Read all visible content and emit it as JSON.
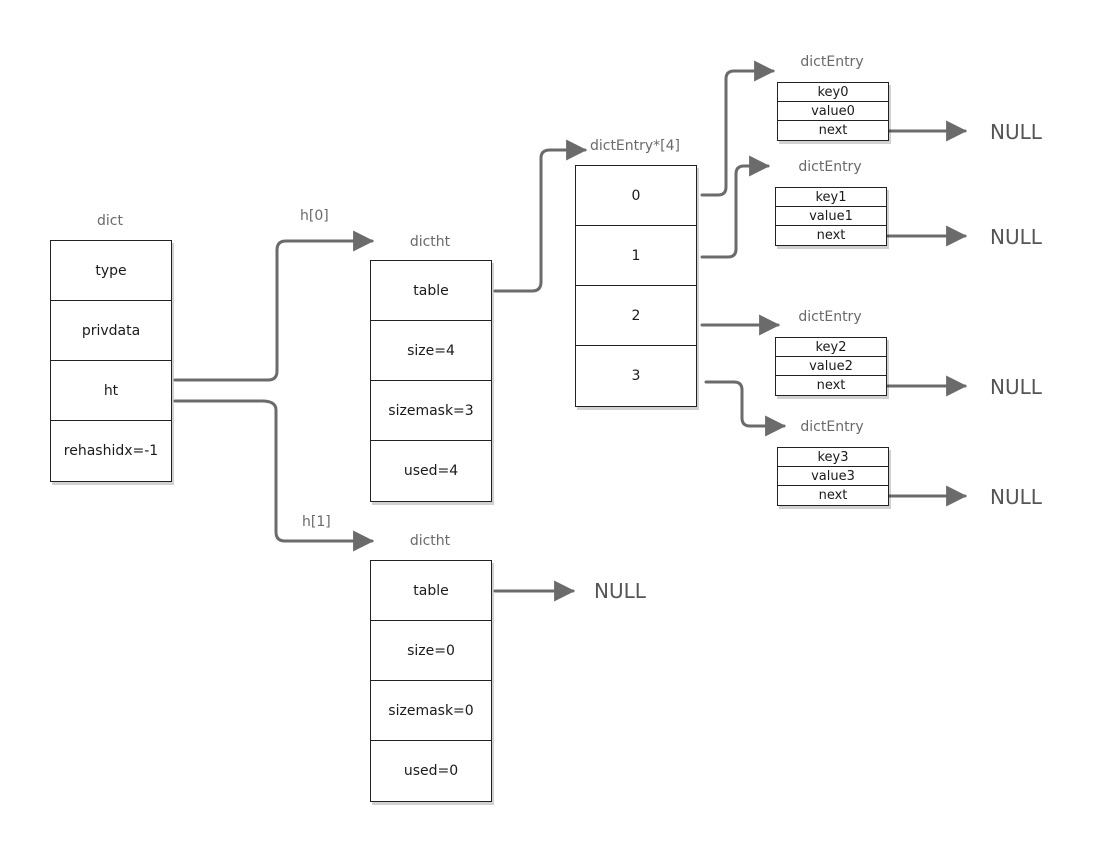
{
  "dict": {
    "title": "dict",
    "fields": [
      "type",
      "privdata",
      "ht",
      "rehashidx=-1"
    ]
  },
  "pointers": {
    "h0": "h[0]",
    "h1": "h[1]"
  },
  "dictht0": {
    "title": "dictht",
    "fields": [
      "table",
      "size=4",
      "sizemask=3",
      "used=4"
    ]
  },
  "dictht1": {
    "title": "dictht",
    "fields": [
      "table",
      "size=0",
      "sizemask=0",
      "used=0"
    ],
    "table_target": "NULL"
  },
  "bucket_array": {
    "title": "dictEntry*[4]",
    "slots": [
      "0",
      "1",
      "2",
      "3"
    ]
  },
  "entries": [
    {
      "title": "dictEntry",
      "key": "key0",
      "value": "value0",
      "next": "next",
      "next_target": "NULL"
    },
    {
      "title": "dictEntry",
      "key": "key1",
      "value": "value1",
      "next": "next",
      "next_target": "NULL"
    },
    {
      "title": "dictEntry",
      "key": "key2",
      "value": "value2",
      "next": "next",
      "next_target": "NULL"
    },
    {
      "title": "dictEntry",
      "key": "key3",
      "value": "value3",
      "next": "next",
      "next_target": "NULL"
    }
  ],
  "colors": {
    "arrow": "#6b6b6b",
    "border": "#222222",
    "title": "#6a6a6a"
  }
}
